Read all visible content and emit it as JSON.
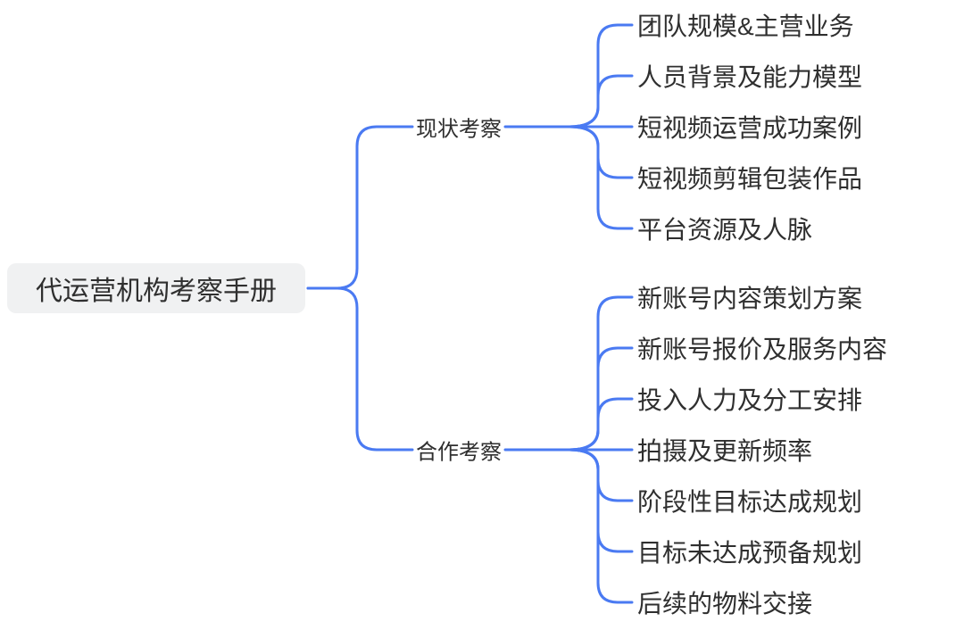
{
  "colors": {
    "accent": "#4a7af2",
    "text": "#2f2f2f",
    "root_bg": "#f0f1f2",
    "canvas_bg": "#ffffff"
  },
  "mindmap": {
    "root": {
      "label": "代运营机构考察手册"
    },
    "branches": [
      {
        "label": "现状考察",
        "children": [
          "团队规模&主营业务",
          "人员背景及能力模型",
          "短视频运营成功案例",
          "短视频剪辑包装作品",
          "平台资源及人脉"
        ]
      },
      {
        "label": "合作考察",
        "children": [
          "新账号内容策划方案",
          "新账号报价及服务内容",
          "投入人力及分工安排",
          "拍摄及更新频率",
          "阶段性目标达成规划",
          "目标未达成预备规划",
          "后续的物料交接"
        ]
      }
    ]
  }
}
